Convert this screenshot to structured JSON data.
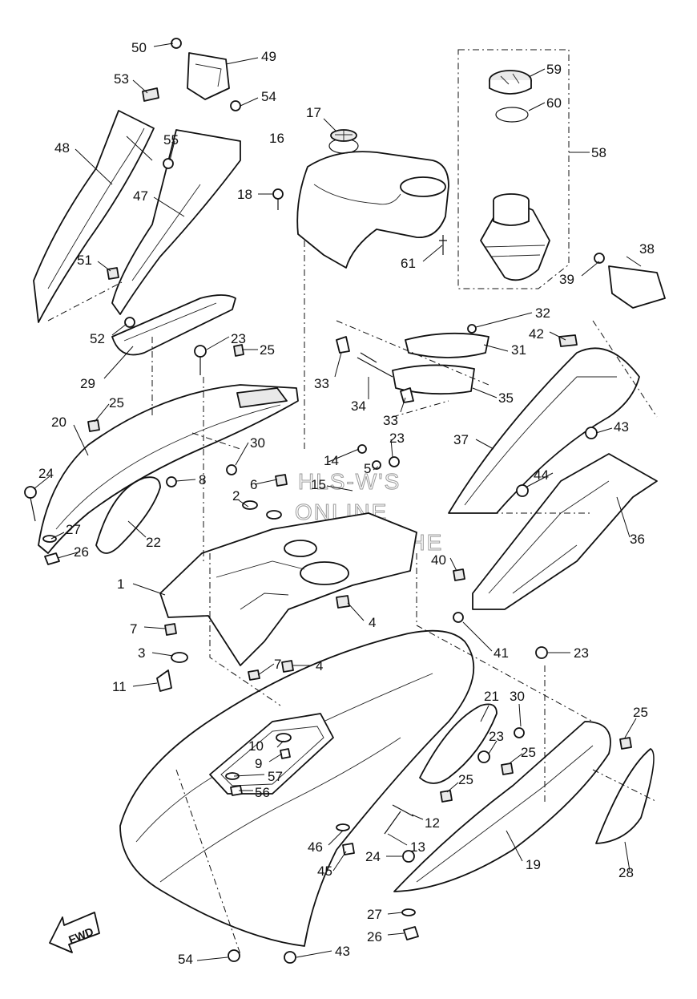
{
  "watermark": {
    "line1": "HLS-W'S",
    "line2": "ONLINE",
    "line3": "MICROFICHE"
  },
  "direction_label": "FWD",
  "callouts": {
    "c1": "1",
    "c2": "2",
    "c3": "3",
    "c4a": "4",
    "c4b": "4",
    "c5": "5",
    "c6": "6",
    "c7a": "7",
    "c7b": "7",
    "c8": "8",
    "c9": "9",
    "c10": "10",
    "c11": "11",
    "c12": "12",
    "c13": "13",
    "c14": "14",
    "c15": "15",
    "c16": "16",
    "c17": "17",
    "c18": "18",
    "c19": "19",
    "c20": "20",
    "c21": "21",
    "c22": "22",
    "c23a": "23",
    "c23b": "23",
    "c23c": "23",
    "c23d": "23",
    "c24a": "24",
    "c24b": "24",
    "c25a": "25",
    "c25b": "25",
    "c25c": "25",
    "c25d": "25",
    "c25e": "25",
    "c26a": "26",
    "c26b": "26",
    "c27a": "27",
    "c27b": "27",
    "c28": "28",
    "c29": "29",
    "c30a": "30",
    "c30b": "30",
    "c31": "31",
    "c32": "32",
    "c33a": "33",
    "c33b": "33",
    "c34": "34",
    "c35": "35",
    "c36": "36",
    "c37": "37",
    "c38": "38",
    "c39": "39",
    "c40": "40",
    "c41": "41",
    "c42": "42",
    "c43a": "43",
    "c43b": "43",
    "c44": "44",
    "c45": "45",
    "c46": "46",
    "c47": "47",
    "c48": "48",
    "c49": "49",
    "c50": "50",
    "c51": "51",
    "c52": "52",
    "c53": "53",
    "c54a": "54",
    "c54b": "54",
    "c55": "55",
    "c56": "56",
    "c57": "57",
    "c58": "58",
    "c59": "59",
    "c60": "60",
    "c61": "61"
  }
}
